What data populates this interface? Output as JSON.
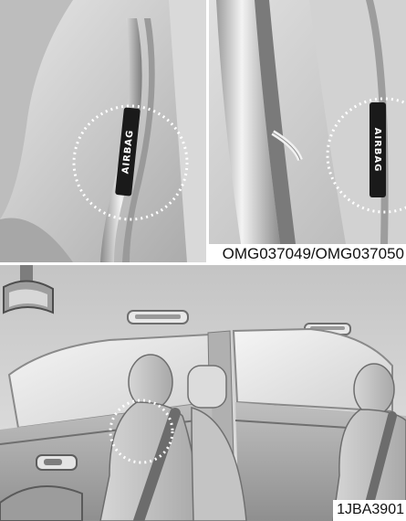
{
  "panels": {
    "top_left": {
      "label": "AIRBAG"
    },
    "top_right": {
      "label": "AIRBAG"
    },
    "top_caption": "OMG037049/OMG037050",
    "bottom_caption": "1JBA3901"
  },
  "colors": {
    "highlight_circle": "#ffffff",
    "airbag_tag": "#1a1a1a",
    "background_gray": "#cfcfcf"
  }
}
